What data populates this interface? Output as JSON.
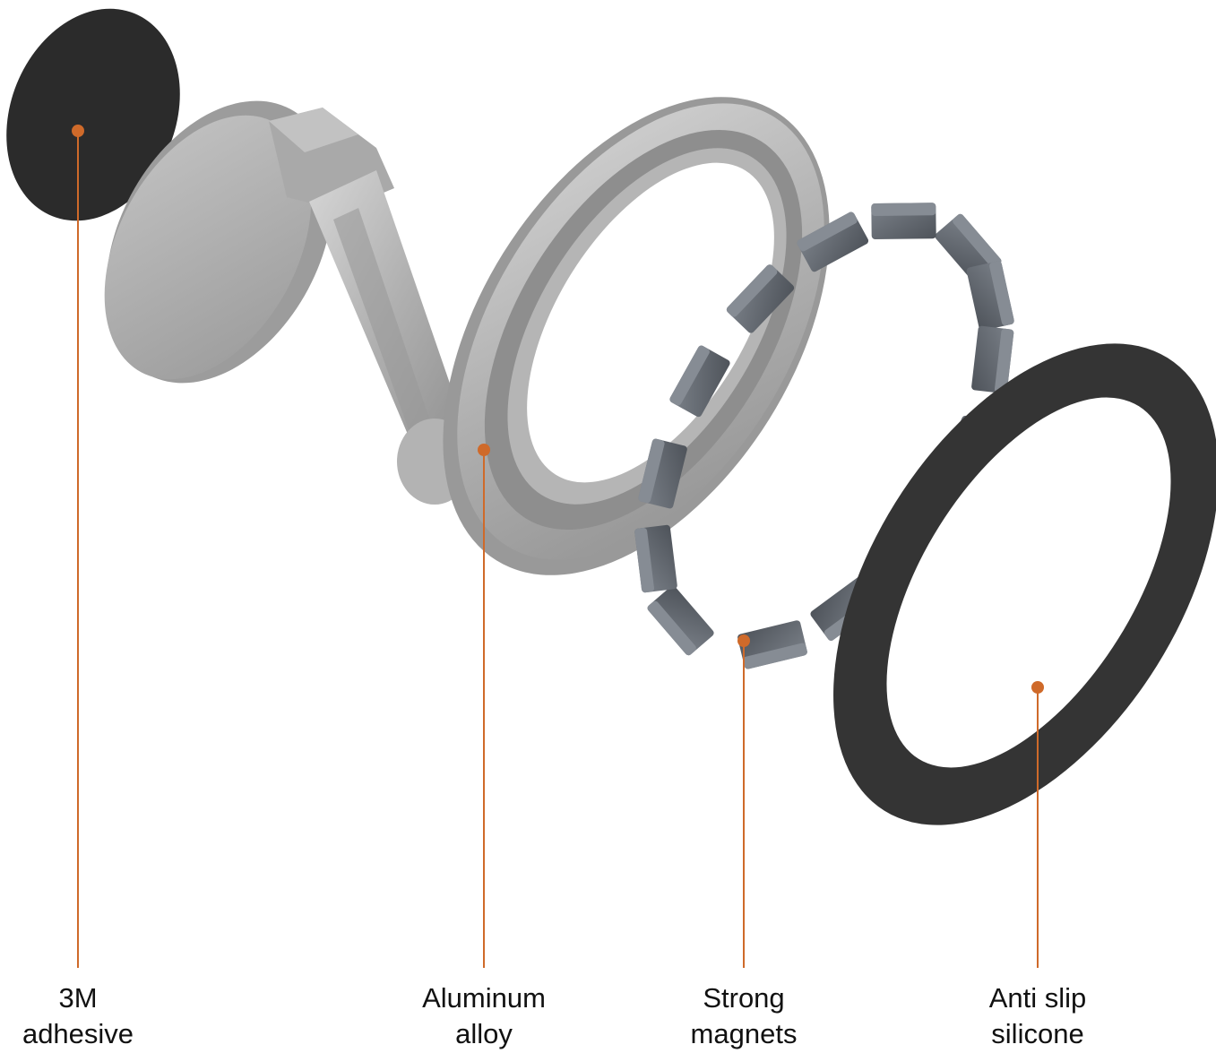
{
  "colors": {
    "callout": "#cf6a2a",
    "adhesive": "#2a2a2a",
    "aluminum_light": "#c9c9c9",
    "aluminum_mid": "#a8a8a8",
    "aluminum_dark": "#8a8a8a",
    "magnet": "#6b7178",
    "magnet_dark": "#50555b",
    "silicone": "#333333"
  },
  "labels": [
    {
      "id": "adhesive",
      "line1": "3M",
      "line2": "adhesive"
    },
    {
      "id": "aluminum",
      "line1": "Aluminum",
      "line2": "alloy"
    },
    {
      "id": "magnets",
      "line1": "Strong",
      "line2": "magnets"
    },
    {
      "id": "silicone",
      "line1": "Anti slip",
      "line2": "silicone"
    }
  ]
}
